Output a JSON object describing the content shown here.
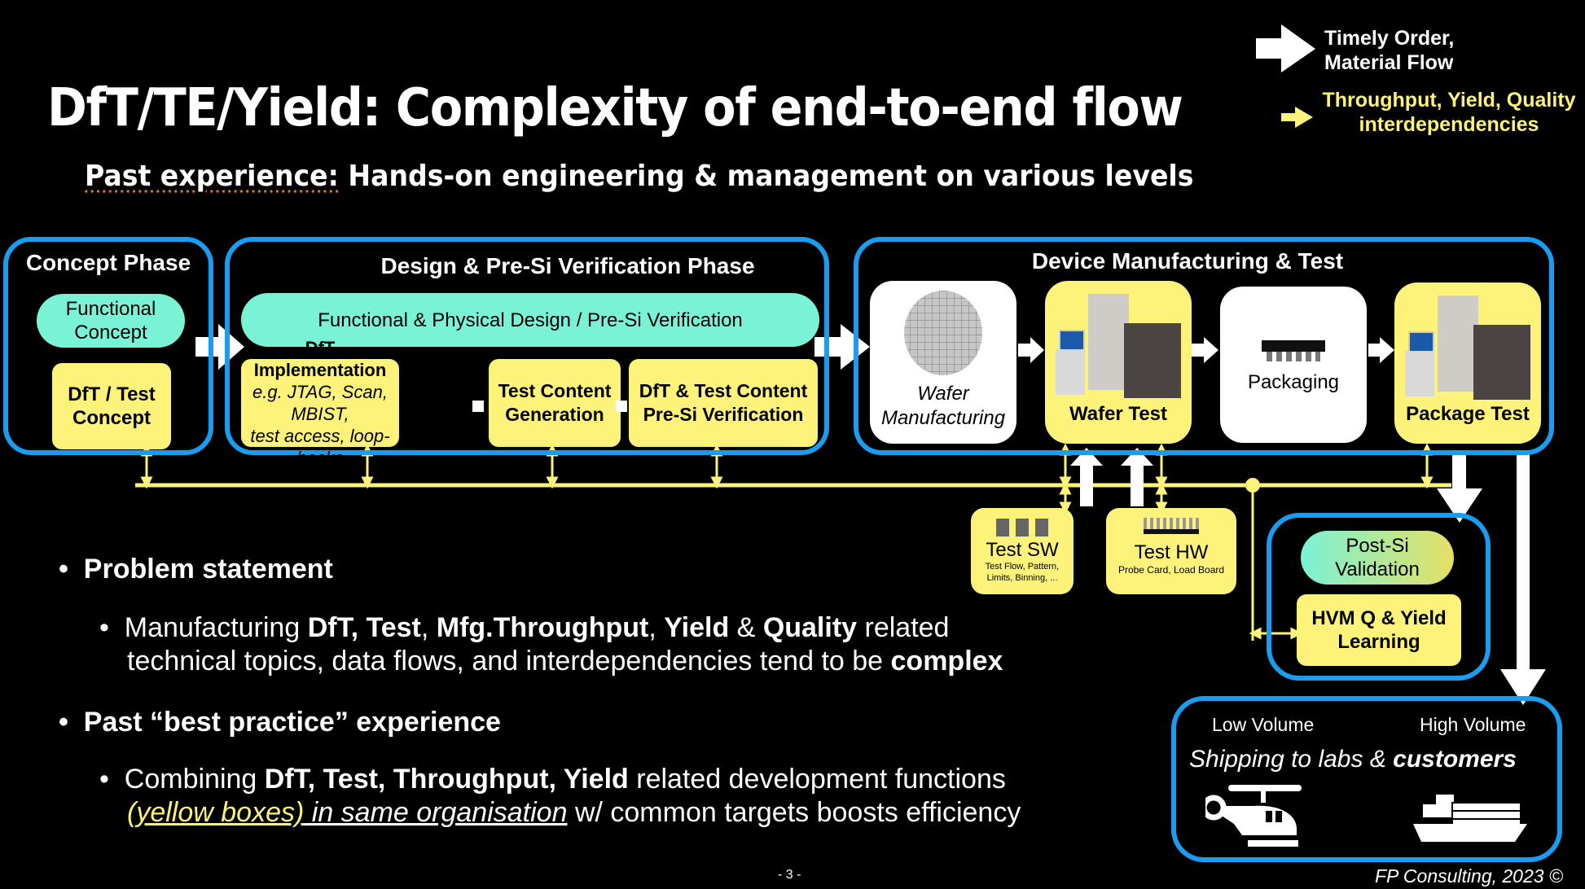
{
  "header": {
    "title": "DfT/TE/Yield: Complexity of end-to-end flow",
    "subtitle_underlined": "Past experience:",
    "subtitle_rest": " Hands-on engineering & management on various levels"
  },
  "legend": {
    "white_arrow": {
      "label_line1": "Timely Order,",
      "label_line2": "Material Flow",
      "icon": "white-arrow-icon"
    },
    "yellow_arrow": {
      "label_line1": "Throughput, Yield, Quality",
      "label_line2": "interdependencies",
      "icon": "yellow-arrow-icon"
    }
  },
  "colors": {
    "phase_border": "#1a9cf0",
    "yellow_box": "#fdf27a",
    "mint_box": "#7af2d6",
    "background": "#000000"
  },
  "phases": {
    "concept": {
      "title": "Concept Phase",
      "functional": [
        "Functional",
        "Concept"
      ],
      "dft": [
        "DfT / Test",
        "Concept"
      ]
    },
    "design": {
      "title": "Design & Pre-Si Verification Phase",
      "functional": "Functional & Physical Design / Pre-Si Verification",
      "dft_impl": {
        "title": "DfT Implementation",
        "line2": "e.g. JTAG, Scan, MBIST,",
        "line3": "test access, loop-backs"
      },
      "test_content": [
        "Test Content",
        "Generation"
      ],
      "dft_verif": [
        "DfT & Test Content",
        "Pre-Si Verification"
      ]
    },
    "manufacturing": {
      "title": "Device Manufacturing & Test",
      "wafer_mfg": [
        "Wafer",
        "Manufacturing"
      ],
      "wafer_test": "Wafer Test",
      "packaging": "Packaging",
      "package_test": "Package Test"
    }
  },
  "support": {
    "test_sw": {
      "title": "Test SW",
      "sub1": "Test Flow, Pattern,",
      "sub2": "Limits, Binning, ..."
    },
    "test_hw": {
      "title": "Test HW",
      "sub1": "Probe Card, Load Board"
    }
  },
  "post_si": {
    "validation": [
      "Post-Si",
      "Validation"
    ],
    "hvm": [
      "HVM Q & Yield",
      "Learning"
    ]
  },
  "shipping": {
    "low_volume": "Low Volume",
    "high_volume": "High Volume",
    "text_normal": "Shipping to labs & ",
    "text_bold": "customers"
  },
  "bullets": {
    "problem": {
      "heading": "Problem statement",
      "line1": [
        {
          "t": "Manufacturing ",
          "b": false
        },
        {
          "t": "DfT, Test",
          "b": true
        },
        {
          "t": ", ",
          "b": false
        },
        {
          "t": "Mfg.Throughput",
          "b": true
        },
        {
          "t": ", ",
          "b": false
        },
        {
          "t": "Yield",
          "b": true
        },
        {
          "t": " & ",
          "b": false
        },
        {
          "t": "Quality",
          "b": true
        },
        {
          "t": " related",
          "b": false
        }
      ],
      "line2_normal": "technical topics, data flows, and interdependencies tend to be ",
      "line2_bold": "complex"
    },
    "practice": {
      "heading": "Past “best practice” experience",
      "line1_a": "Combining ",
      "line1_b": "DfT, Test, Throughput, Yield",
      "line1_c": " related development functions",
      "line2_yellow": "(yellow boxes)",
      "line2_ital": " in same organisation",
      "line2_rest": " w/ common targets boosts efficiency"
    }
  },
  "footer": {
    "page": "- 3 -",
    "copyright": "FP Consulting, 2023 ©"
  }
}
